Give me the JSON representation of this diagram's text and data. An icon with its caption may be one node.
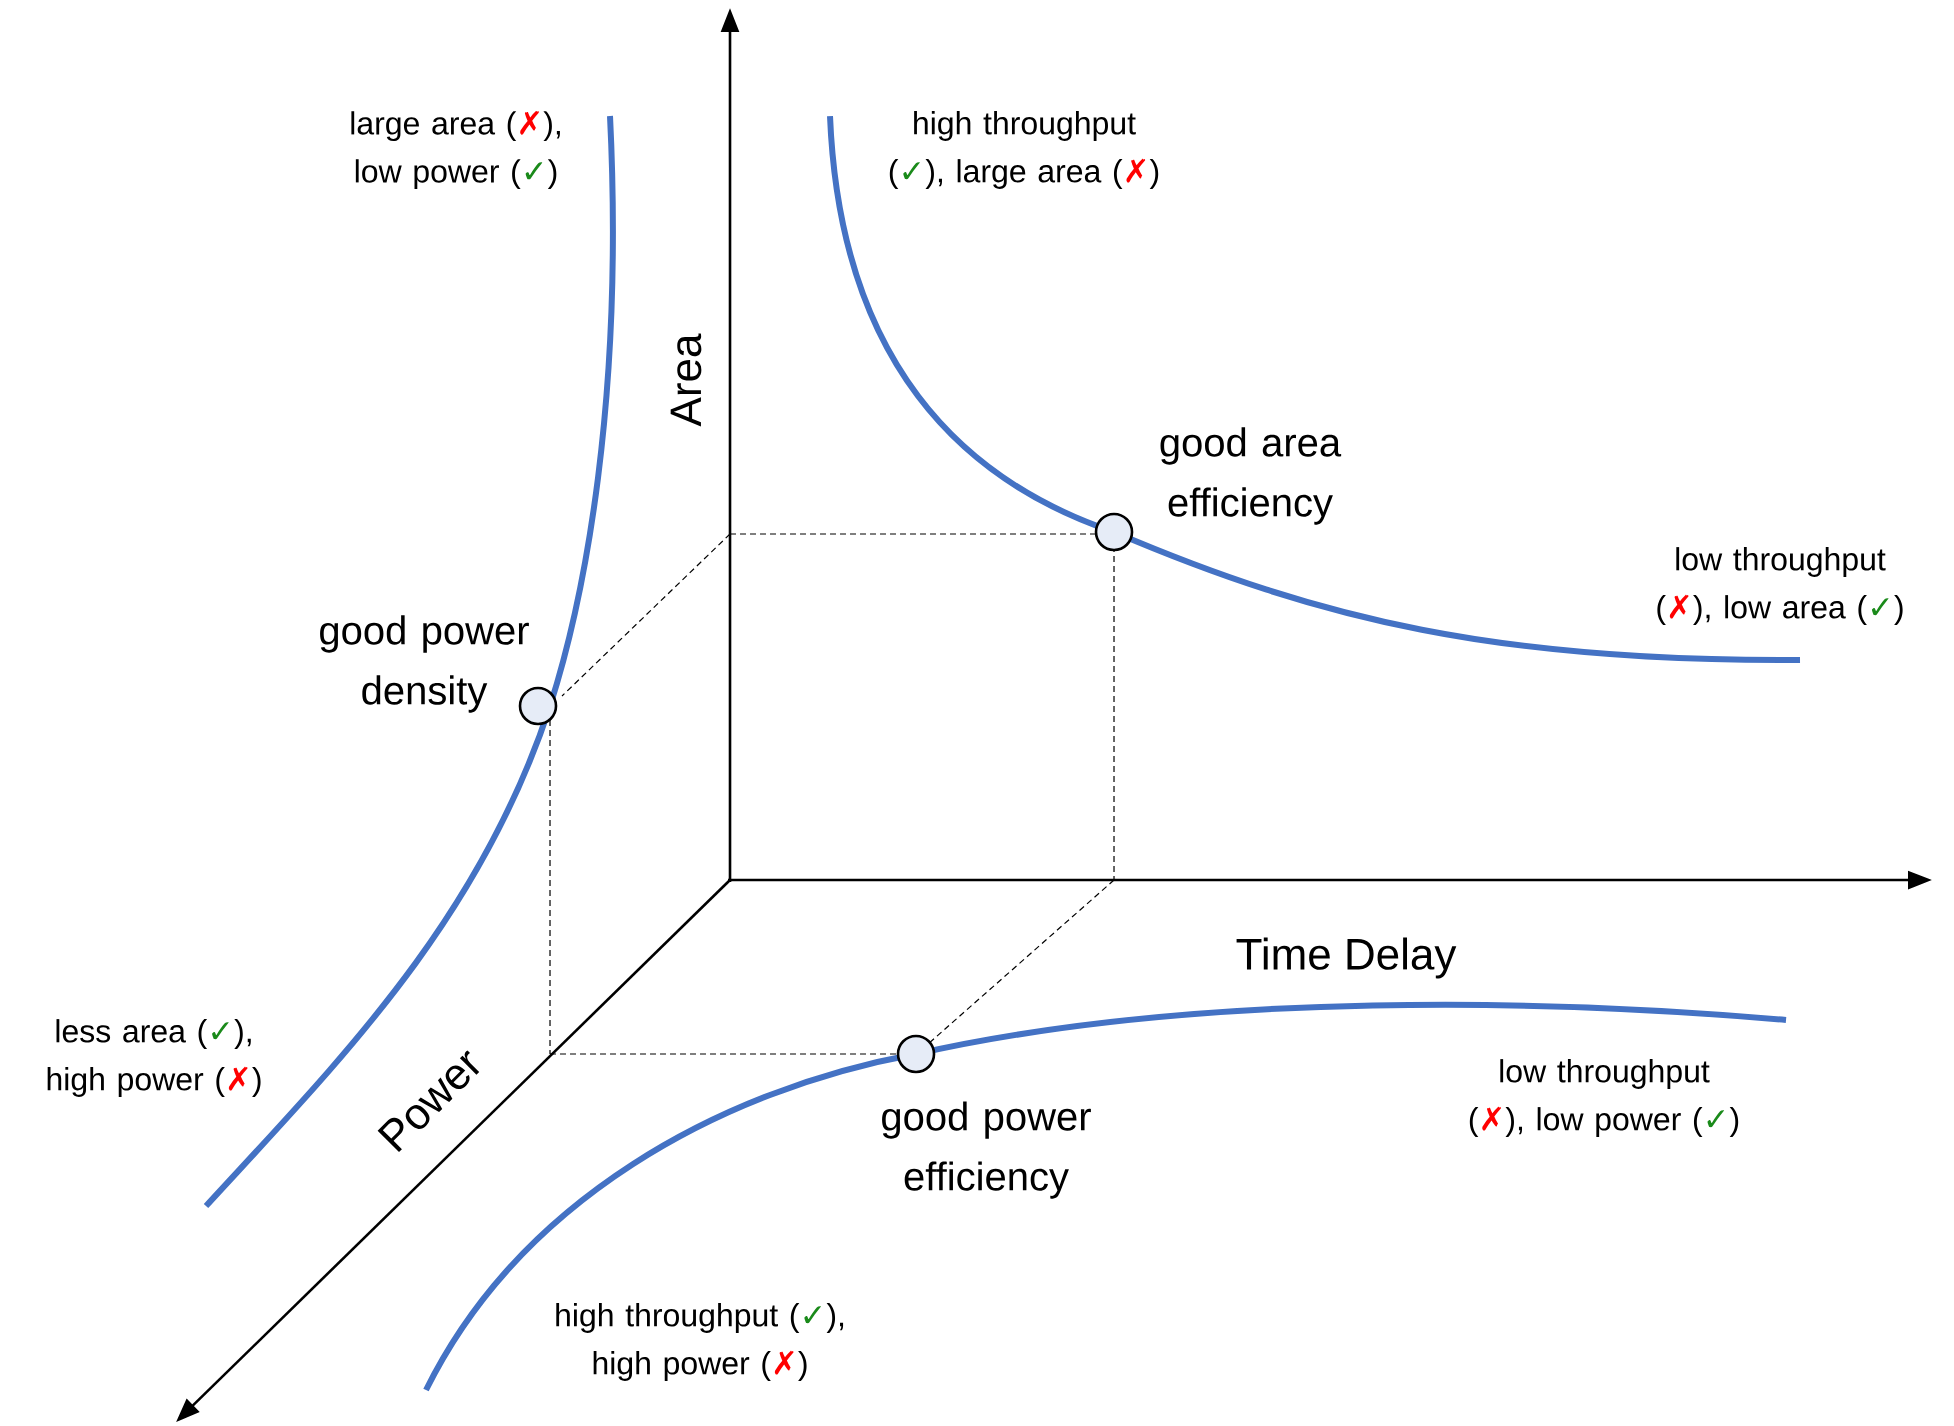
{
  "diagram": {
    "labels": [
      "large area (✗), low power (✓)",
      "high throughput (✓), large area (✗)",
      "Area",
      "good area efficiency",
      "low throughput (✗), low area (✓)",
      "good power density",
      "Time Delay",
      "less area (✓), high power (✗)",
      "Power",
      "good power efficiency",
      "low throughput (✗), low power (✓)",
      "high throughput (✓), high power (✗)"
    ]
  }
}
